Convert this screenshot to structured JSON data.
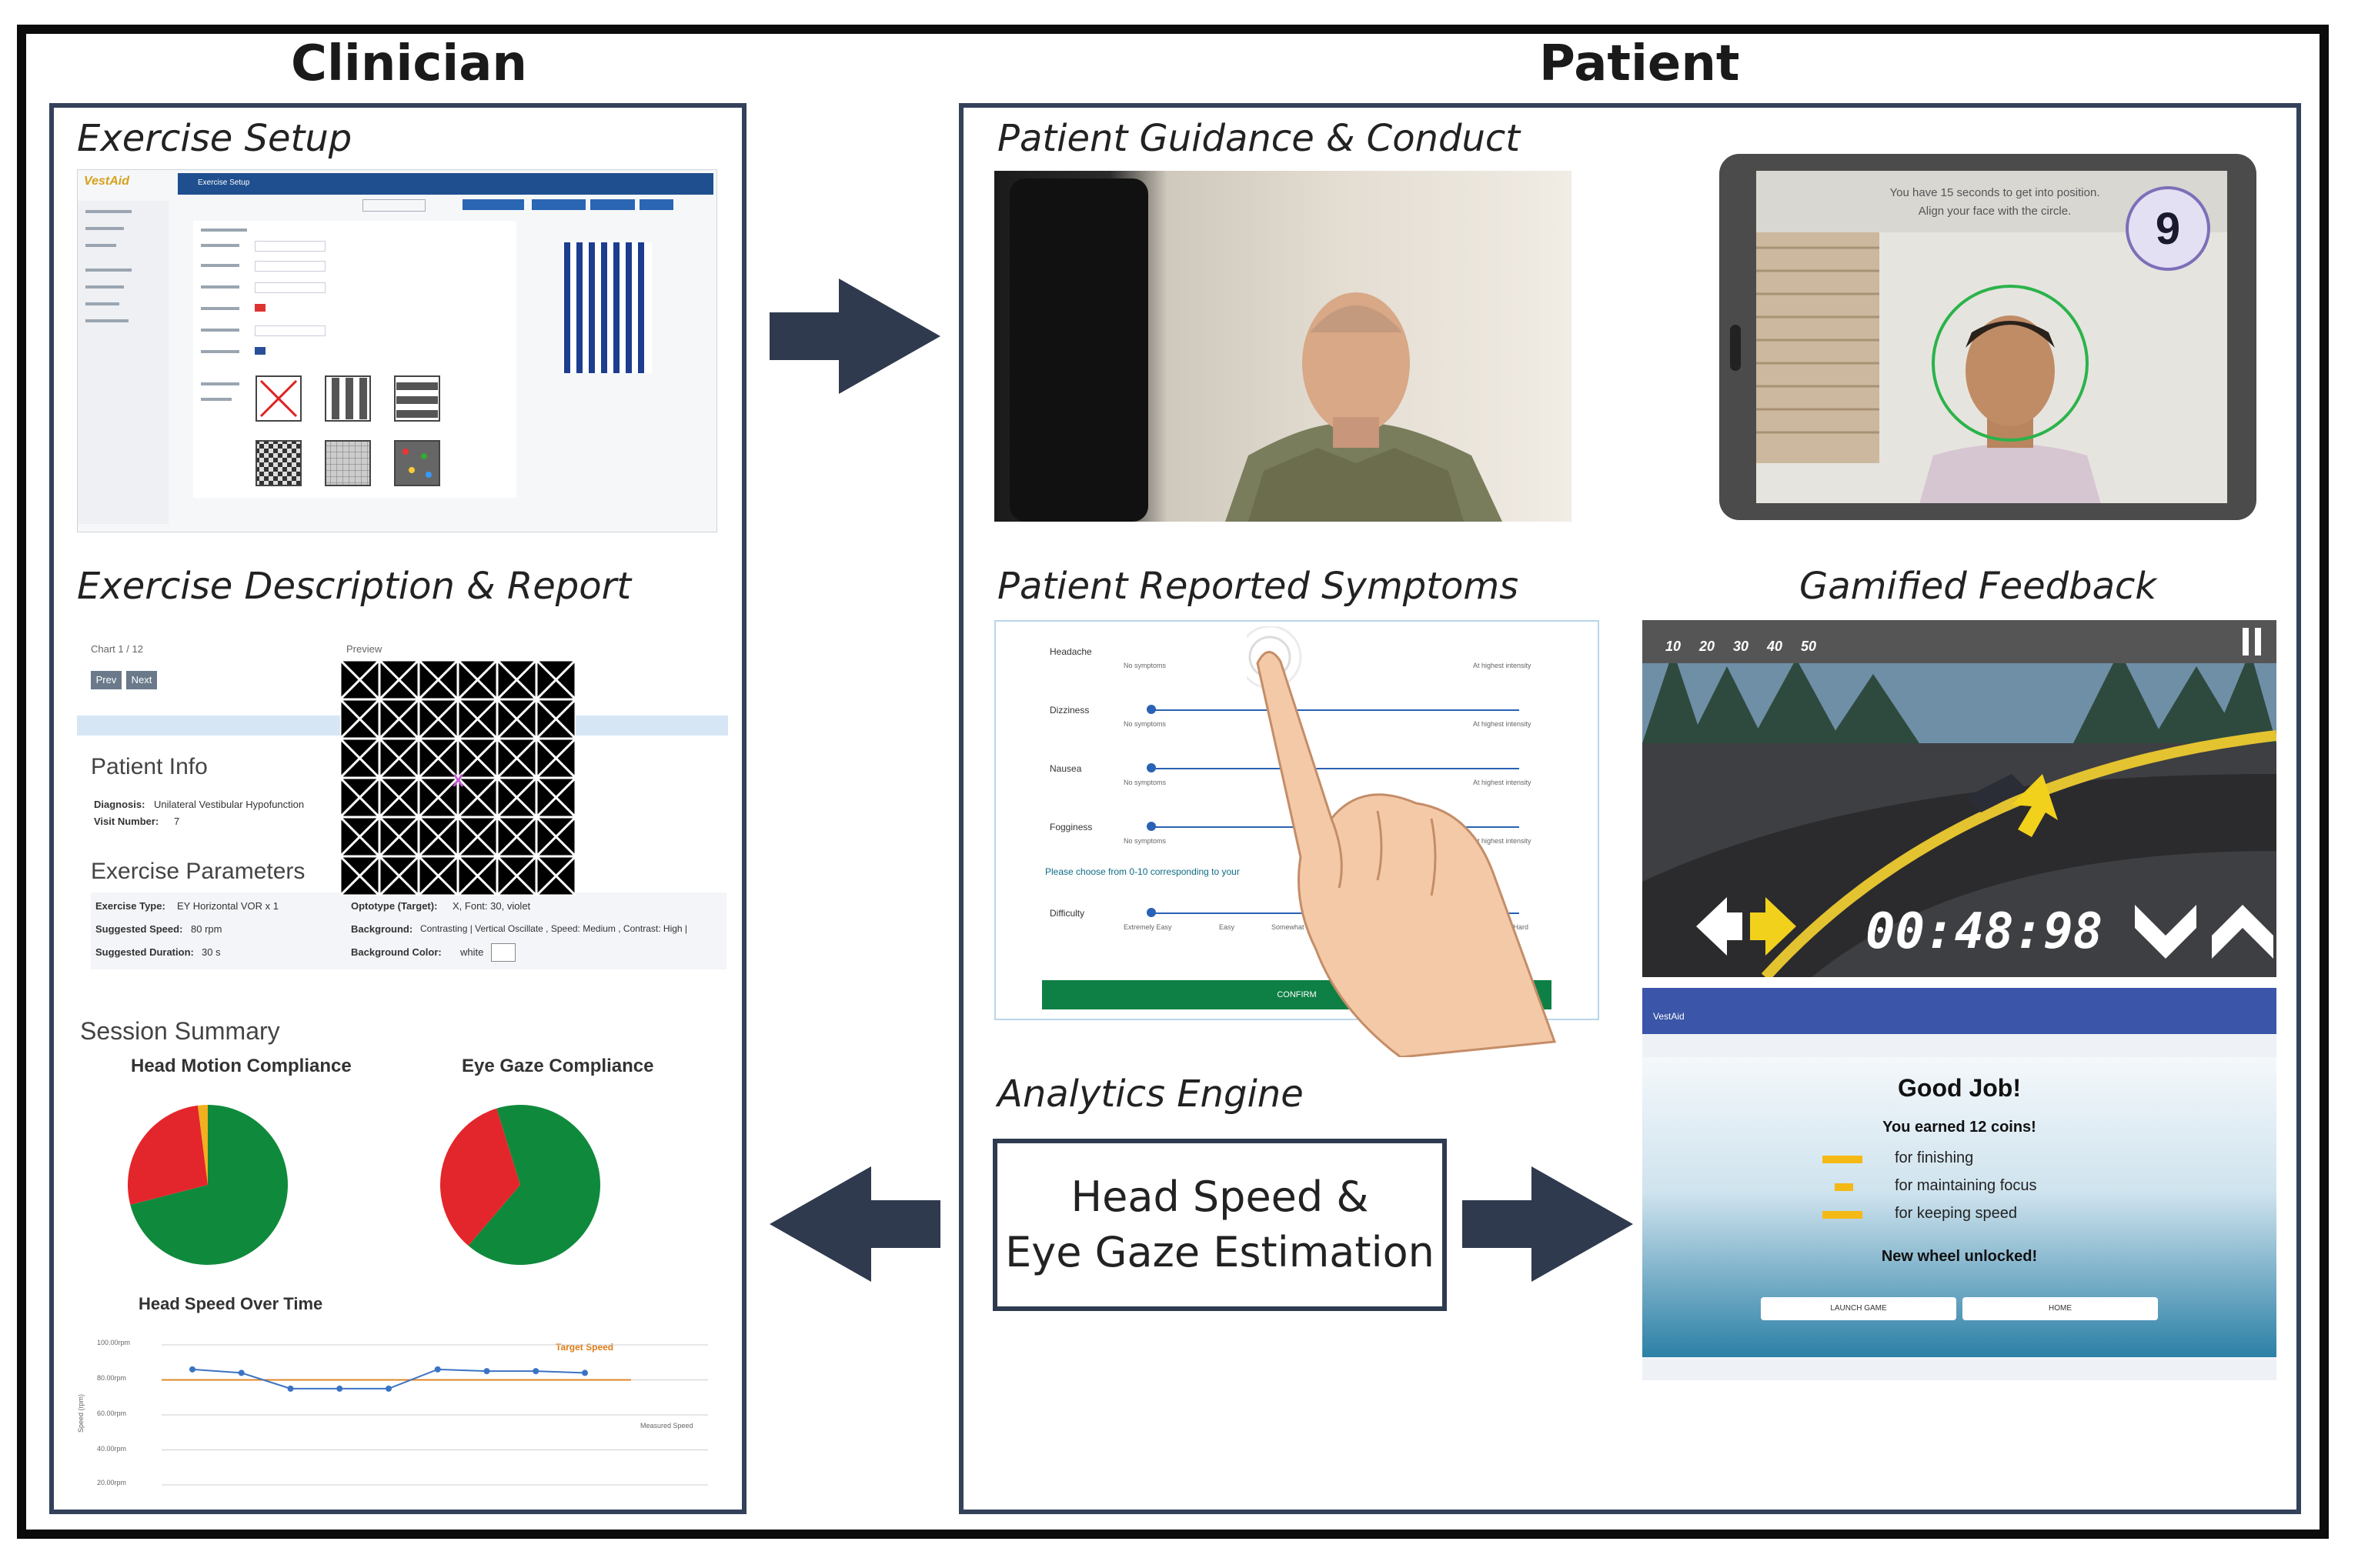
{
  "headings": {
    "clinician": "Clinician",
    "patient": "Patient"
  },
  "clinician": {
    "exercise_setup": {
      "title": "Exercise Setup",
      "app_logo": "VestAid",
      "app_tab": "Exercise Setup"
    },
    "description_report": {
      "title": "Exercise Description & Report",
      "chart_counter": "Chart 1 / 12",
      "preview_label": "Preview",
      "prev_button": "Prev",
      "next_button": "Next",
      "patient_info_heading": "Patient Info",
      "diagnosis_label": "Diagnosis:",
      "diagnosis_value": "Unilateral Vestibular Hypofunction",
      "visit_label": "Visit Number:",
      "visit_value": "7",
      "params_heading": "Exercise Parameters",
      "params": [
        {
          "label": "Exercise Type:",
          "value": "EY Horizontal VOR x 1"
        },
        {
          "label": "Optotype (Target):",
          "value": "X, Font: 30, violet"
        },
        {
          "label": "Suggested Speed:",
          "value": "80 rpm"
        },
        {
          "label": "Background:",
          "value": "Contrasting | Vertical Oscillate , Speed: Medium , Contrast: High |"
        },
        {
          "label": "Suggested Duration:",
          "value": "30 s"
        },
        {
          "label": "Background Color:",
          "value": "white"
        }
      ]
    },
    "session_summary": {
      "title": "Session Summary",
      "head_motion_title": "Head Motion Compliance",
      "eye_gaze_title": "Eye Gaze Compliance",
      "head_speed_title": "Head Speed Over Time",
      "target_speed_label": "Target Speed",
      "measured_speed_label": "Measured Speed",
      "ylabel": "Speed (rpm)",
      "yticks": [
        "100.00rpm",
        "80.00rpm",
        "60.00rpm",
        "40.00rpm",
        "20.00rpm"
      ]
    }
  },
  "patient": {
    "guidance": {
      "title": "Patient Guidance & Conduct",
      "tablet_line1": "You have 15 seconds to get into position.",
      "tablet_line2": "Align your face with the circle.",
      "countdown": "9"
    },
    "symptoms": {
      "title": "Patient Reported Symptoms",
      "rows": [
        {
          "name": "Headache",
          "low": "No symptoms",
          "high": "At highest intensity"
        },
        {
          "name": "Dizziness",
          "low": "No symptoms",
          "high": "At highest intensity"
        },
        {
          "name": "Nausea",
          "low": "No symptoms",
          "high": "At highest intensity"
        },
        {
          "name": "Fogginess",
          "low": "No symptoms",
          "high": "At highest intensity"
        }
      ],
      "instruction": "Please choose from 0-10 corresponding to your",
      "difficulty_label": "Difficulty",
      "difficulty_ticks": [
        "Extremely Easy",
        "Easy",
        "Somewhat",
        "Very Hard"
      ],
      "confirm_label": "CONFIRM"
    },
    "gamified": {
      "title": "Gamified Feedback",
      "timer": "00:48:98",
      "app_bar_title": "VestAid",
      "good_job": "Good Job!",
      "earned": "You earned 12 coins!",
      "rewards": [
        "for finishing",
        "for maintaining focus",
        "for keeping speed"
      ],
      "unlocked": "New wheel unlocked!",
      "btn_left": "LAUNCH GAME",
      "btn_right": "HOME"
    },
    "analytics": {
      "title": "Analytics Engine",
      "box_line1": "Head Speed &",
      "box_line2": "Eye Gaze Estimation"
    }
  },
  "colors": {
    "panel_border": "#33415a",
    "arrow": "#2f3a4e",
    "pie_green": "#0f8a3c",
    "pie_red": "#e3262b",
    "pie_yellow": "#f2b01e",
    "confirm_green": "#0e7f45",
    "app_blue": "#1f4f8f"
  },
  "chart_data": [
    {
      "type": "pie",
      "title": "Head Motion Compliance",
      "values": [
        71,
        27,
        2
      ],
      "colors": [
        "#0f8a3c",
        "#e3262b",
        "#f2b01e"
      ]
    },
    {
      "type": "pie",
      "title": "Eye Gaze Compliance",
      "values": [
        66,
        34
      ],
      "colors": [
        "#0f8a3c",
        "#e3262b"
      ]
    },
    {
      "type": "line",
      "title": "Head Speed Over Time",
      "ylabel": "Speed (rpm)",
      "ylim": [
        20,
        100
      ],
      "x": [
        1,
        2,
        3,
        4,
        5,
        6,
        7,
        8,
        9
      ],
      "series": [
        {
          "name": "Target Speed",
          "values": [
            80,
            80,
            80,
            80,
            80,
            80,
            80,
            80,
            80
          ]
        },
        {
          "name": "Measured Speed",
          "values": [
            86,
            84,
            75,
            75,
            75,
            86,
            85,
            85,
            84
          ]
        }
      ]
    }
  ]
}
